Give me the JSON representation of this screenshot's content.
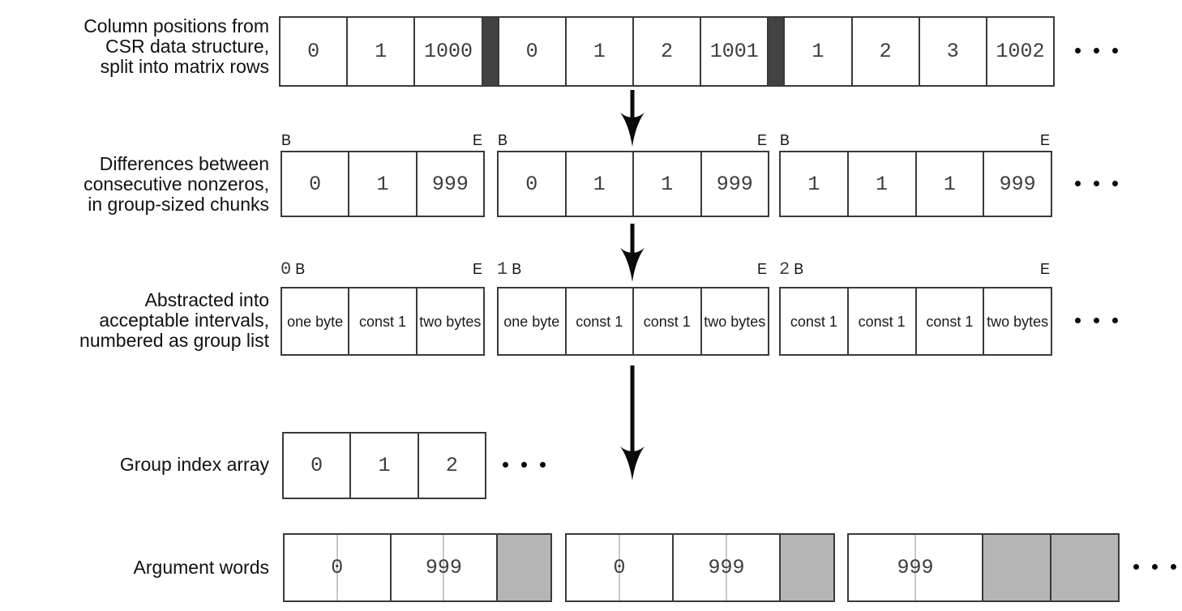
{
  "figure": {
    "colors": {
      "border": "#3a3a3a",
      "gray_fill": "#b5b5b5",
      "separator_fill": "#424242",
      "text": "#111111",
      "digit": "#3d3d3d"
    },
    "rows": [
      {
        "name": "csr-column-positions",
        "label_lines": [
          "Column positions from",
          "CSR data structure,",
          "split into matrix rows"
        ],
        "cells": [
          "0",
          "1",
          "1000",
          {
            "sep": true
          },
          "0",
          "1",
          "2",
          "1001",
          {
            "sep": true
          },
          "1",
          "2",
          "3",
          "1002"
        ],
        "ellipsis": "..."
      },
      {
        "name": "differences",
        "label_lines": [
          "Differences between",
          "consecutive nonzeros,",
          "in group-sized chunks"
        ],
        "groups": [
          {
            "begin": "B",
            "end": "E",
            "cells": [
              "0",
              "1",
              "999"
            ]
          },
          {
            "begin": "B",
            "end": "E",
            "cells": [
              "0",
              "1",
              "1",
              "999"
            ]
          },
          {
            "begin": "B",
            "end": "E",
            "cells": [
              "1",
              "1",
              "1",
              "999"
            ]
          }
        ],
        "ellipsis": "..."
      },
      {
        "name": "abstracted-intervals",
        "label_lines": [
          "Abstracted into",
          "acceptable intervals,",
          "numbered as group list"
        ],
        "groups": [
          {
            "index": "0",
            "begin": "B",
            "end": "E",
            "cells": [
              "one byte",
              "const 1",
              "two bytes"
            ]
          },
          {
            "index": "1",
            "begin": "B",
            "end": "E",
            "cells": [
              "one byte",
              "const 1",
              "const 1",
              "two bytes"
            ]
          },
          {
            "index": "2",
            "begin": "B",
            "end": "E",
            "cells": [
              "const 1",
              "const 1",
              "const 1",
              "two bytes"
            ]
          }
        ],
        "ellipsis": "..."
      },
      {
        "name": "group-index-array",
        "label_lines": [
          "Group index array"
        ],
        "cells": [
          "0",
          "1",
          "2"
        ],
        "ellipsis": "..."
      },
      {
        "name": "argument-words",
        "label_lines": [
          "Argument words"
        ],
        "groups": [
          {
            "cells": [
              {
                "text": "0"
              },
              {
                "text": "999",
                "span": 2
              },
              {
                "fill": true
              }
            ]
          },
          {
            "cells": [
              {
                "text": "0"
              },
              {
                "text": "999",
                "span": 2
              },
              {
                "fill": true
              }
            ]
          },
          {
            "cells": [
              {
                "text": "999",
                "span": 2
              },
              {
                "fill": true
              },
              {
                "fill": true
              }
            ]
          }
        ],
        "ellipsis": "..."
      }
    ]
  }
}
